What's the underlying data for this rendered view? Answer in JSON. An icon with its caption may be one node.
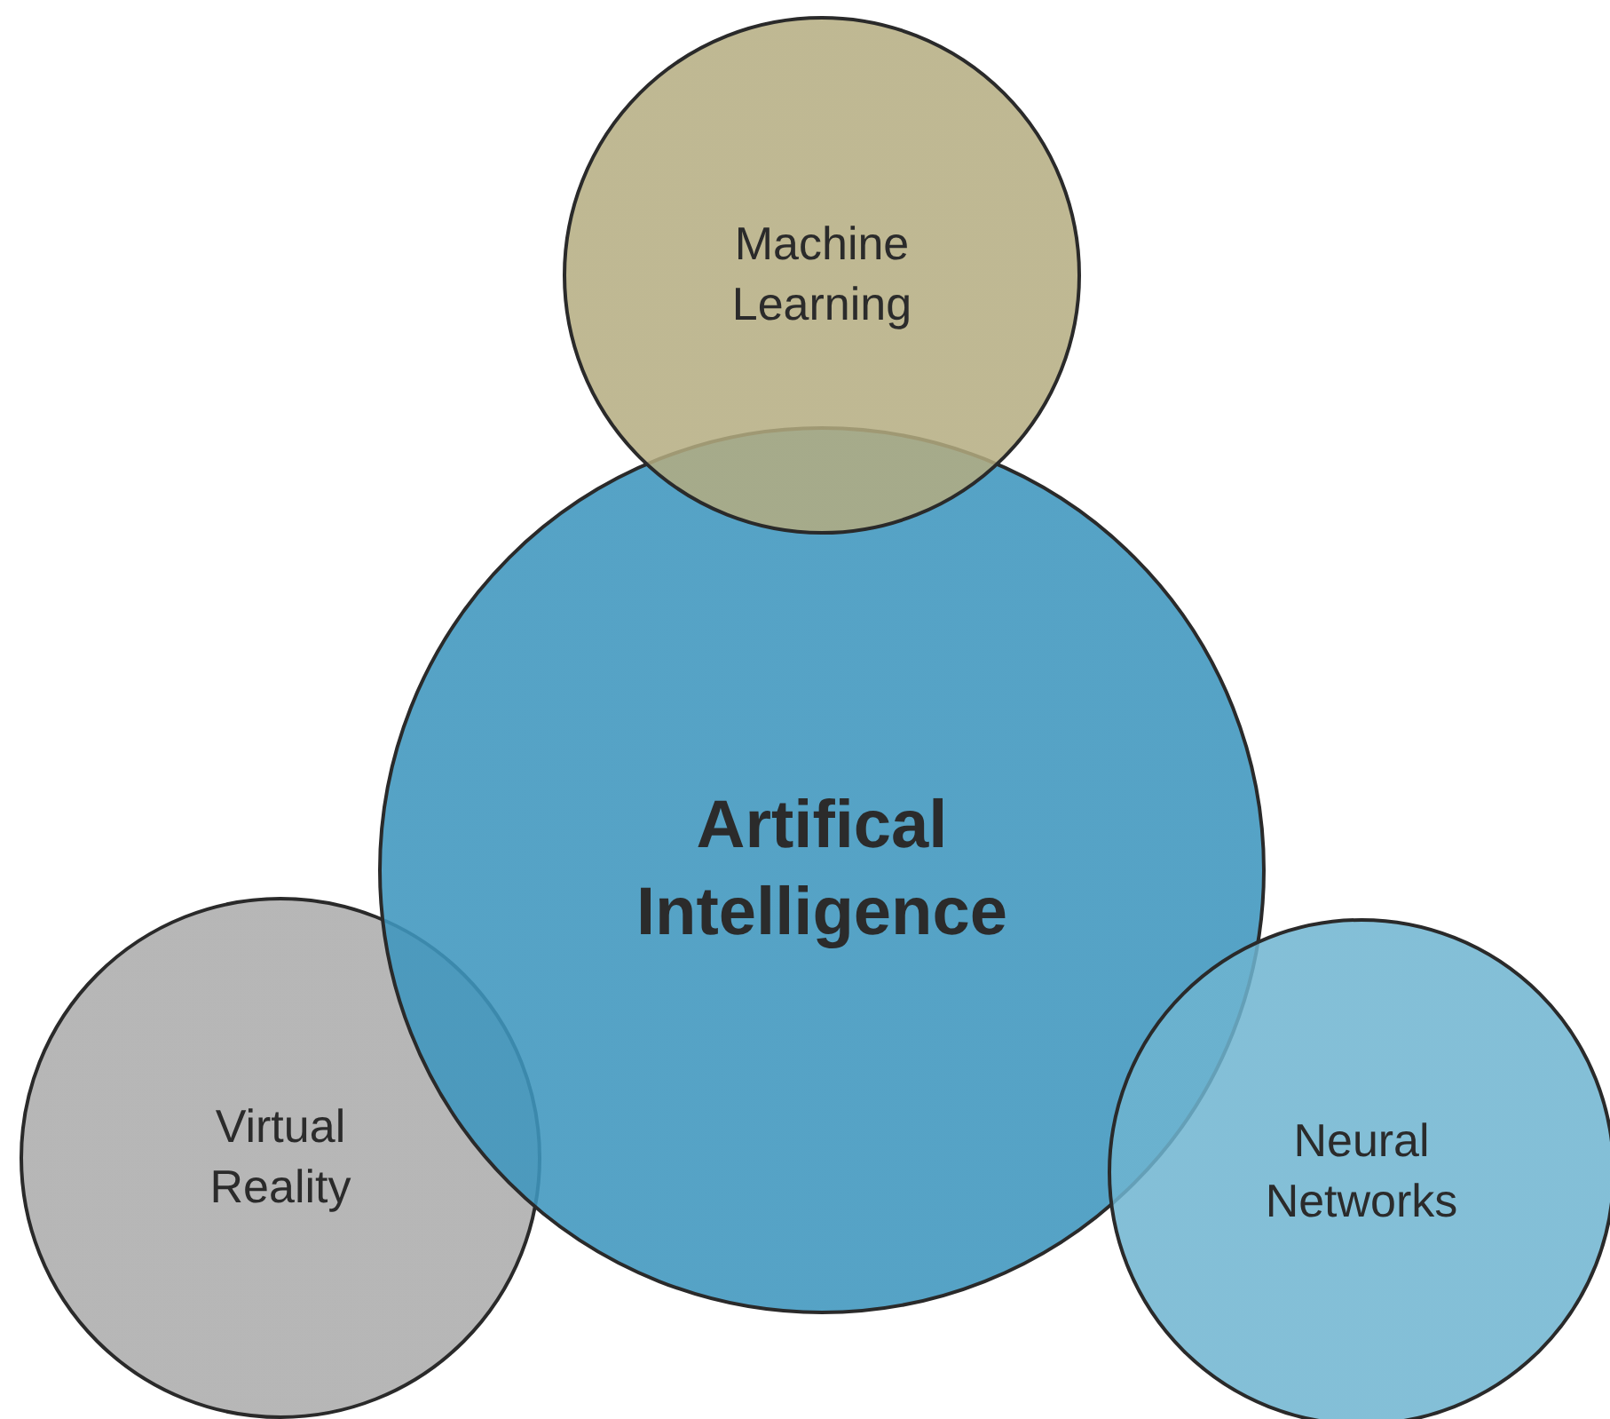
{
  "diagram": {
    "nodes": [
      {
        "text": [
          "Machine Learning"
        ]
      },
      {
        "text": [
          "Artifical Intelligence"
        ]
      },
      {
        "text": [
          "Virtual Reality"
        ]
      },
      {
        "text": [
          "Neural Networks"
        ]
      }
    ]
  }
}
